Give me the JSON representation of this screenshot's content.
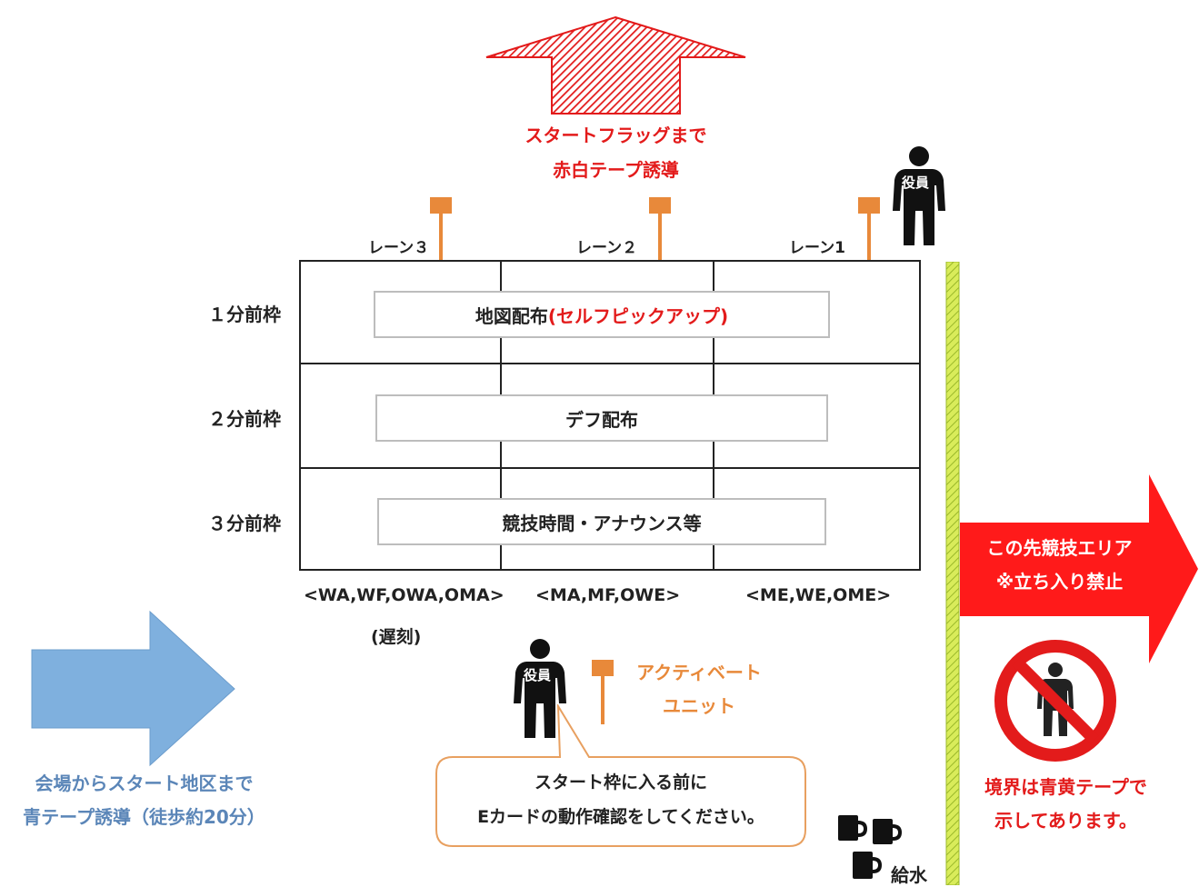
{
  "top_arrow": {
    "lines": [
      "スタートフラッグまで",
      "赤白テープ誘導"
    ]
  },
  "lanes": [
    {
      "label": "レーン３"
    },
    {
      "label": "レーン２"
    },
    {
      "label": "レーン1"
    }
  ],
  "rows": [
    {
      "label": "１分前枠",
      "box_text": "地図配布",
      "box_text_red": "(セルフピックアップ)"
    },
    {
      "label": "２分前枠",
      "box_text": "デフ配布",
      "box_text_red": ""
    },
    {
      "label": "３分前枠",
      "box_text": "競技時間・アナウンス等",
      "box_text_red": ""
    }
  ],
  "categories": [
    {
      "text": "<WA,WF,OWA,OMA>",
      "note": "(遅刻)"
    },
    {
      "text": "<MA,MF,OWE>"
    },
    {
      "text": "<ME,WE,OME>"
    }
  ],
  "officials": {
    "label": "役員"
  },
  "activate_unit": {
    "lines": [
      "アクティベート",
      "ユニット"
    ]
  },
  "callout": {
    "lines": [
      "スタート枠に入る前に",
      "Eカードの動作確認をしてください。"
    ]
  },
  "water": {
    "label": "給水"
  },
  "left_arrow": {
    "lines": [
      "会場からスタート地区まで",
      "青テープ誘導（徒歩約20分）"
    ]
  },
  "right_arrow": {
    "lines": [
      "この先競技エリア",
      "※立ち入り禁止"
    ]
  },
  "boundary_note": {
    "lines": [
      "境界は青黄テープで",
      "示してあります。"
    ]
  },
  "colors": {
    "red": "#e31b1b",
    "orange": "#e8893a",
    "blue_arrow": "#7fb0de",
    "blue_text": "#5b86b8",
    "boundary_yellow": "#c8e04a",
    "grid": "#222222"
  }
}
